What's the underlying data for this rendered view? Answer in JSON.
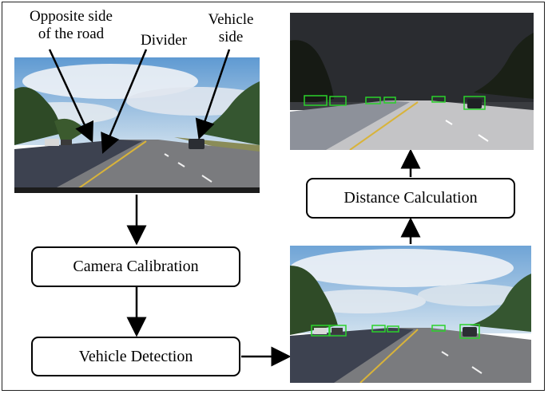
{
  "annotations": {
    "opposite_side": [
      "Opposite side",
      "of the road"
    ],
    "divider": "Divider",
    "vehicle_side": [
      "Vehicle",
      "side"
    ]
  },
  "steps": {
    "camera_calibration": "Camera Calibration",
    "vehicle_detection": "Vehicle Detection",
    "distance_calculation": "Distance Calculation"
  },
  "colors": {
    "sky": "#7fb0dc",
    "road": "#6f6f72",
    "divider_wall": "#3d4250",
    "detection_box": "#2bd12b",
    "lane_yellow": "#d8b33a"
  }
}
